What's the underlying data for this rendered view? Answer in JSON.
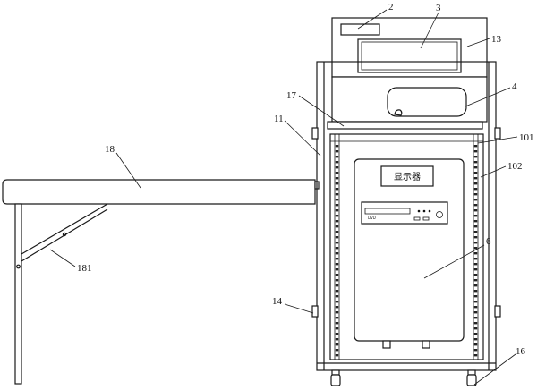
{
  "display_label": "显示器",
  "drive_label": "DVD",
  "callouts": {
    "c2": "2",
    "c3": "3",
    "c13": "13",
    "c4": "4",
    "c17": "17",
    "c11": "11",
    "c101": "101",
    "c102": "102",
    "c18": "18",
    "c6": "6",
    "c181": "181",
    "c14": "14",
    "c16": "16"
  }
}
